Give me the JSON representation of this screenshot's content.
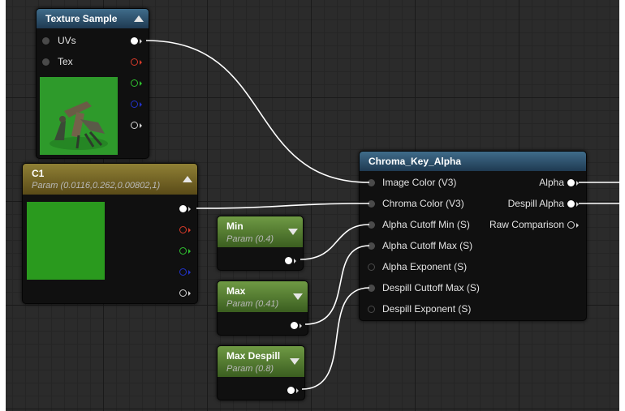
{
  "texture_sample": {
    "title": "Texture Sample",
    "inputs": [
      "UVs",
      "Tex"
    ],
    "output_pin_colors": [
      "#ffffff",
      "#d83a2a",
      "#2fc12f",
      "#2233cc",
      "#d6d6d6"
    ]
  },
  "c1": {
    "title": "C1",
    "subtitle": "Param (0.0116,0.262,0.00802,1)",
    "swatch_color": "#2a9a1e"
  },
  "min_node": {
    "title": "Min",
    "subtitle": "Param (0.4)"
  },
  "max_node": {
    "title": "Max",
    "subtitle": "Param (0.41)"
  },
  "max_despill_node": {
    "title": "Max Despill",
    "subtitle": "Param (0.8)"
  },
  "chroma_key": {
    "title": "Chroma_Key_Alpha",
    "inputs": [
      "Image Color (V3)",
      "Chroma Color (V3)",
      "Alpha Cutoff Min (S)",
      "Alpha Cutoff Max (S)",
      "Alpha Exponent (S)",
      "Despill Cuttoff Max (S)",
      "Despill Exponent (S)"
    ],
    "outputs": [
      "Alpha",
      "Despill Alpha",
      "Raw Comparison"
    ]
  },
  "colors": {
    "wire": "#ffffff",
    "header_blue": "#2f5673",
    "header_gold": "#7a6a28",
    "header_green": "#56803a"
  }
}
